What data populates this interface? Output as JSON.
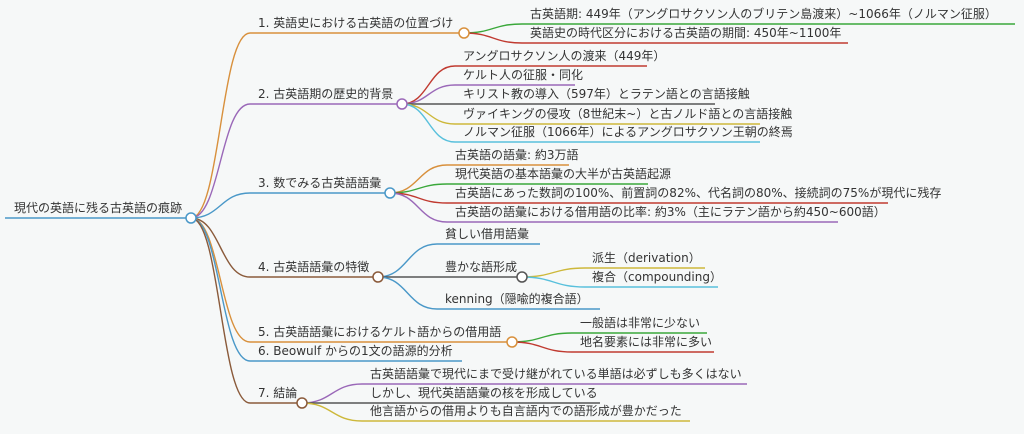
{
  "root": "現代の英語に残る古英語の痕跡",
  "branches": [
    {
      "label": "1. 英語史における古英語の位置づけ",
      "children": [
        "古英語期: 449年（アングロサクソン人のブリテン島渡来）~1066年（ノルマン征服）",
        "英語史の時代区分における古英語の期間: 450年~1100年"
      ]
    },
    {
      "label": "2. 古英語期の歴史的背景",
      "children": [
        "アングロサクソン人の渡来（449年）",
        "ケルト人の征服・同化",
        "キリスト教の導入（597年）とラテン語との言語接触",
        "ヴァイキングの侵攻（8世紀末~）と古ノルド語との言語接触",
        "ノルマン征服（1066年）によるアングロサクソン王朝の終焉"
      ]
    },
    {
      "label": "3. 数でみる古英語語彙",
      "children": [
        "古英語の語彙: 約3万語",
        "現代英語の基本語彙の大半が古英語起源",
        "古英語にあった数詞の100%、前置詞の82%、代名詞の80%、接続詞の75%が現代に残存",
        "古英語の語彙における借用語の比率: 約3%（主にラテン語から約450~600語）"
      ]
    },
    {
      "label": "4. 古英語語彙の特徴",
      "children": [
        "貧しい借用語彙",
        "豊かな語形成",
        "kenning（隠喩的複合語）"
      ],
      "sub": [
        "派生（derivation）",
        "複合（compounding）"
      ]
    },
    {
      "label": "5. 古英語語彙におけるケルト語からの借用語",
      "children": [
        "一般語は非常に少ない",
        "地名要素には非常に多い"
      ]
    },
    {
      "label": "6. Beowulf からの1文の語源的分析",
      "children": []
    },
    {
      "label": "7. 結論",
      "children": [
        "古英語語彙で現代にまで受け継がれている単語は必ずしも多くはない",
        "しかし、現代英語語彙の核を形成している",
        "他言語からの借用よりも自言語内での語形成が豊かだった"
      ]
    }
  ],
  "colors": {
    "orange": "#d8903c",
    "purple": "#9a68b8",
    "blue": "#4a98c8",
    "brown": "#8a5a3a",
    "green": "#3aa83a",
    "red": "#c03a30",
    "yellow": "#cdb83a",
    "cyan": "#58c0dc",
    "dark": "#555555"
  }
}
